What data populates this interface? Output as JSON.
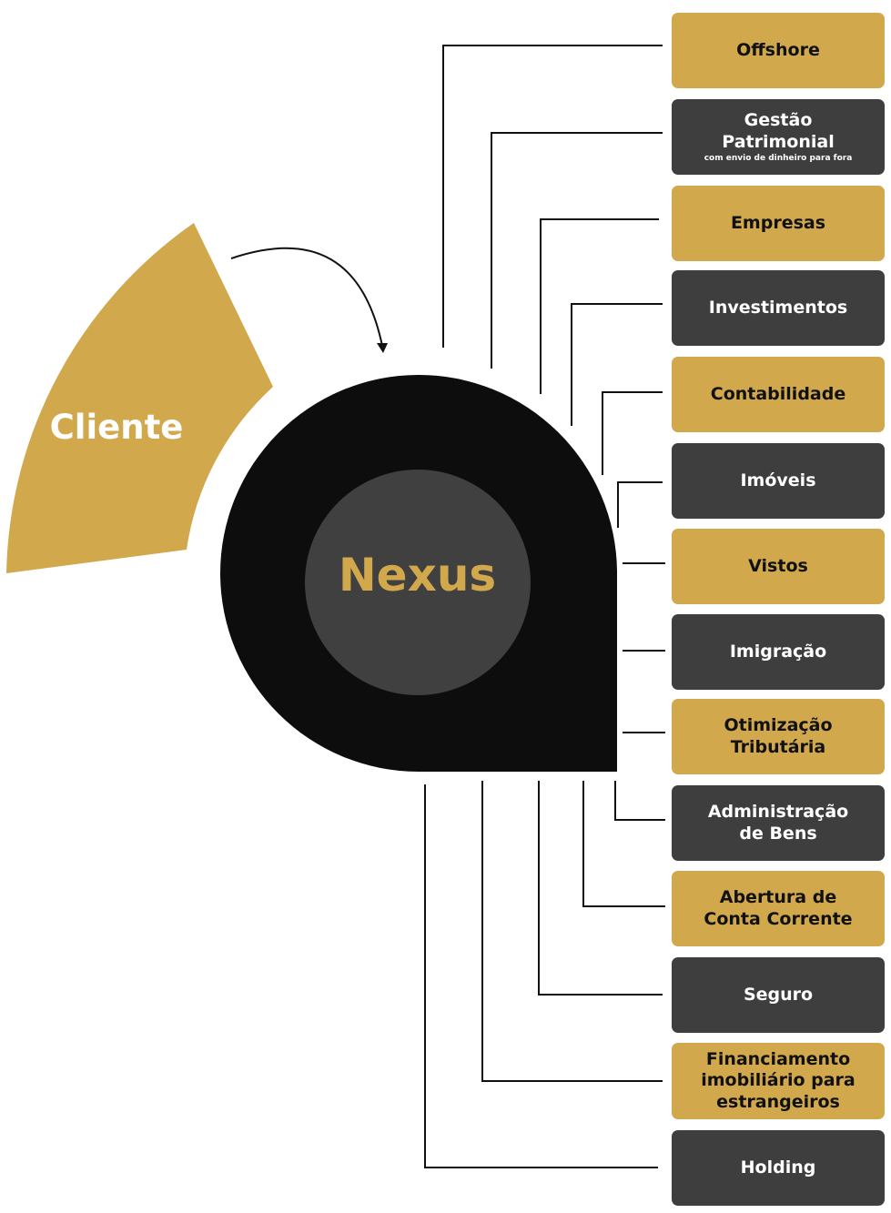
{
  "client": {
    "label": "Cliente"
  },
  "hub": {
    "label": "Nexus"
  },
  "colors": {
    "gold": "#d2a84d",
    "dark": "#3e3e3e",
    "black": "#0d0d0d",
    "ring": "#404040"
  },
  "services": [
    {
      "label": "Offshore",
      "sub": "",
      "style": "gold"
    },
    {
      "label": "Gestão\nPatrimonial",
      "sub": "com envio de dinheiro para fora",
      "style": "dark"
    },
    {
      "label": "Empresas",
      "sub": "",
      "style": "gold"
    },
    {
      "label": "Investimentos",
      "sub": "",
      "style": "dark"
    },
    {
      "label": "Contabilidade",
      "sub": "",
      "style": "gold"
    },
    {
      "label": "Imóveis",
      "sub": "",
      "style": "dark"
    },
    {
      "label": "Vistos",
      "sub": "",
      "style": "gold"
    },
    {
      "label": "Imigração",
      "sub": "",
      "style": "dark"
    },
    {
      "label": "Otimização\nTributária",
      "sub": "",
      "style": "gold"
    },
    {
      "label": "Administração\nde Bens",
      "sub": "",
      "style": "dark"
    },
    {
      "label": "Abertura de\nConta Corrente",
      "sub": "",
      "style": "gold"
    },
    {
      "label": "Seguro",
      "sub": "",
      "style": "dark"
    },
    {
      "label": "Financiamento\nimobiliário para\nestrangeiros",
      "sub": "",
      "style": "gold"
    },
    {
      "label": "Holding",
      "sub": "",
      "style": "dark"
    }
  ]
}
